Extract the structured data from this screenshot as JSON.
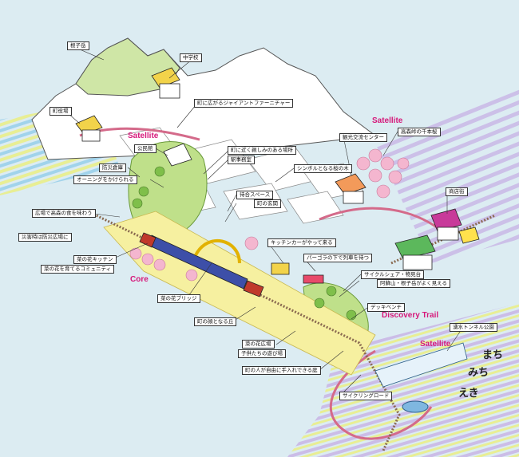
{
  "labels": {
    "nezugatake": "根子岳",
    "junior_high": "中学校",
    "town_hall": "町役場",
    "giant_furniture": "町に広がるジャイアントファーニチャー",
    "satellite_top": "Satellite",
    "satellite_right": "Satellite",
    "satellite_bottom": "Satellite",
    "kominkan": "公民館",
    "familiar_place": "町に近く親しみのある場所",
    "station_office": "駅事務室",
    "bousai": "防災倉庫",
    "awning": "オーニングをかけられる",
    "symbol_tree": "シンボルとなる桜の木",
    "tourist_center": "観光交流センター",
    "takamori_sakura": "高森峠の千本桜",
    "shoutengai": "商店街",
    "waiting_space": "待合スペース",
    "town_entrance": "町の玄関",
    "plaza_food": "広場で高森の食を味わう",
    "plaza_disaster": "災害時は防災広場に",
    "kitchen_car": "キッチンカーがやって来る",
    "nanohana_kitchen": "菜の花キッチン",
    "nanohana_community": "菜の花を育てるコミュニティ",
    "pergola": "パーゴラの下で列車を待つ",
    "core": "Core",
    "cycle_share": "サイクルシェア・物見台",
    "aso_view": "阿蘇山・根子岳がよく見える",
    "nanohana_bridge": "菜の花ブリッジ",
    "deck_bench": "デッキベンチ",
    "discovery_trail": "Discovery Trail",
    "yusui_tunnel": "湧水トンネル公園",
    "town_face_hill": "町の顔となる丘",
    "nanohana_plaza": "菜の花広場",
    "children_play": "子供たちの遊び場",
    "diy_garden": "町の人が自由に手入れできる庭",
    "cycling_road": "サイクリングロード",
    "machi": "まち",
    "michi": "みち",
    "eki": "えき"
  },
  "colors": {
    "background": "#dcecf2",
    "accent_pink": "#d6187a",
    "train_blue": "#3d4fa8",
    "meadow_yellow": "#f6f0a0",
    "green_area": "#bfe08a",
    "sakura": "#f4b6cf",
    "stripe_blue": "#9ad0ea",
    "stripe_purple": "#c9b8e6",
    "stripe_yellow": "#e9ee8a"
  }
}
